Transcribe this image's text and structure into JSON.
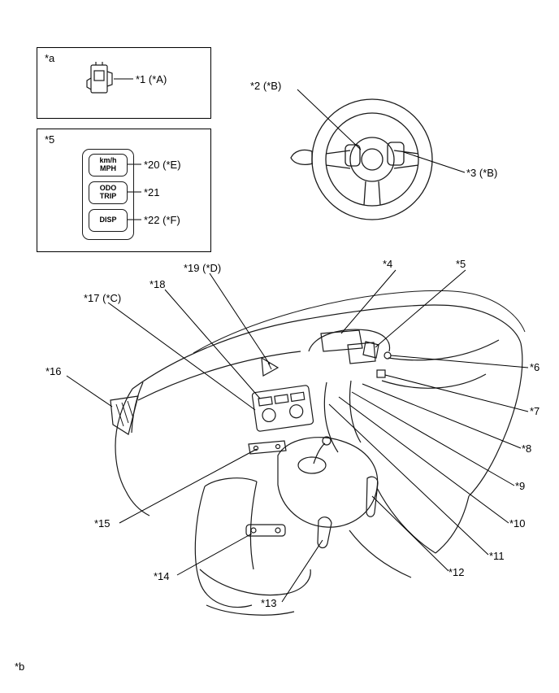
{
  "colors": {
    "line": "#1a1a1a",
    "text": "#000000",
    "background": "#ffffff"
  },
  "inset_a": {
    "box_label": "*a",
    "callout_1": "*1 (*A)"
  },
  "switch_panel": {
    "box_label": "*5",
    "buttons": [
      {
        "line1": "km/h",
        "line2": "MPH",
        "callout": "*20 (*E)"
      },
      {
        "line1": "ODO",
        "line2": "TRIP",
        "callout": "*21"
      },
      {
        "line1": "DISP",
        "callout": "*22 (*F)"
      }
    ]
  },
  "steering": {
    "callout_2": "*2 (*B)",
    "callout_3": "*3 (*B)"
  },
  "dashboard": {
    "callout_4": "*4",
    "callout_5": "*5",
    "callout_6": "*6",
    "callout_7": "*7",
    "callout_8": "*8",
    "callout_9": "*9",
    "callout_10": "*10",
    "callout_11": "*11",
    "callout_12": "*12",
    "callout_13": "*13",
    "callout_14": "*14",
    "callout_15": "*15",
    "callout_16": "*16",
    "callout_17": "*17 (*C)",
    "callout_18": "*18",
    "callout_19": "*19 (*D)"
  },
  "footnote": "*b"
}
